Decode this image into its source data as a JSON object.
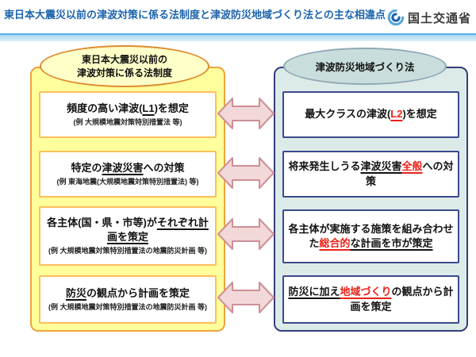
{
  "header": {
    "title": "東日本大震災以前の津波対策に係る法制度と津波防災地域づくり法との主な相違点",
    "logo_text": "国土交通省"
  },
  "left": {
    "header_lines": [
      "東日本大震災以前の",
      "津波対策に係る法制度"
    ],
    "boxes": [
      {
        "main": [
          {
            "t": "頻度の高い津波("
          },
          {
            "t": "L1",
            "u": 1
          },
          {
            "t": ")を想定"
          }
        ],
        "note": "(例 大規模地震対策特別措置法 等)"
      },
      {
        "main": [
          {
            "t": "特定の"
          },
          {
            "t": "津波災害",
            "u": 1
          },
          {
            "t": "への対策"
          }
        ],
        "note": "(例 東海地震(大規模地震対策特別措置法) 等)"
      },
      {
        "main": [
          {
            "t": "各主体(国・県・市等)が"
          },
          {
            "t": "それぞれ計画を策定",
            "u": 1
          }
        ],
        "note": "(例 大規模地震対策特別措置法の地震防災計画 等)"
      },
      {
        "main": [
          {
            "t": "防災",
            "u": 1
          },
          {
            "t": "の観点から計画を策定"
          }
        ],
        "note": "(例 大規模地震対策特別措置法の地震防災計画 等)"
      }
    ]
  },
  "right": {
    "header": "津波防災地域づくり法",
    "boxes": [
      {
        "main": [
          {
            "t": "最大クラスの津波("
          },
          {
            "t": "L2",
            "u": 1,
            "r": 1
          },
          {
            "t": ")を想定"
          }
        ]
      },
      {
        "main": [
          {
            "t": "将来発生しうる"
          },
          {
            "t": "津波災害",
            "u": 1
          },
          {
            "t": "全般",
            "u": 1,
            "r": 1
          },
          {
            "t": "への対策"
          }
        ]
      },
      {
        "main": [
          {
            "t": "各主体が実施する施策を組み合わせた"
          },
          {
            "t": "総合的",
            "u": 1,
            "r": 1
          },
          {
            "t": "な計画を市が策定",
            "u": 1
          }
        ]
      },
      {
        "main": [
          {
            "t": "防災に加え",
            "u": 1
          },
          {
            "t": "地域づくり",
            "u": 1,
            "r": 1
          },
          {
            "t": "の観点から計画を策定"
          }
        ]
      }
    ]
  },
  "colors": {
    "title_blue": "#1c64ae",
    "red_accent": "#e8231a",
    "left_panel_fill": "#ffff9c",
    "left_panel_border": "#f0a33c",
    "left_box_border": "#ffbe5c",
    "left_ellipse_fill": "#ffffc8",
    "left_ellipse_border": "#de8a2e",
    "right_panel_fill": "#ddebe8",
    "right_panel_border": "#333d7a",
    "right_box_border": "#3a4a8c",
    "right_ellipse_fill": "#c9dedc",
    "right_ellipse_border": "#8fa8b5",
    "arrow_fill": "#f2d8d8",
    "arrow_border": "#ce8f97"
  }
}
